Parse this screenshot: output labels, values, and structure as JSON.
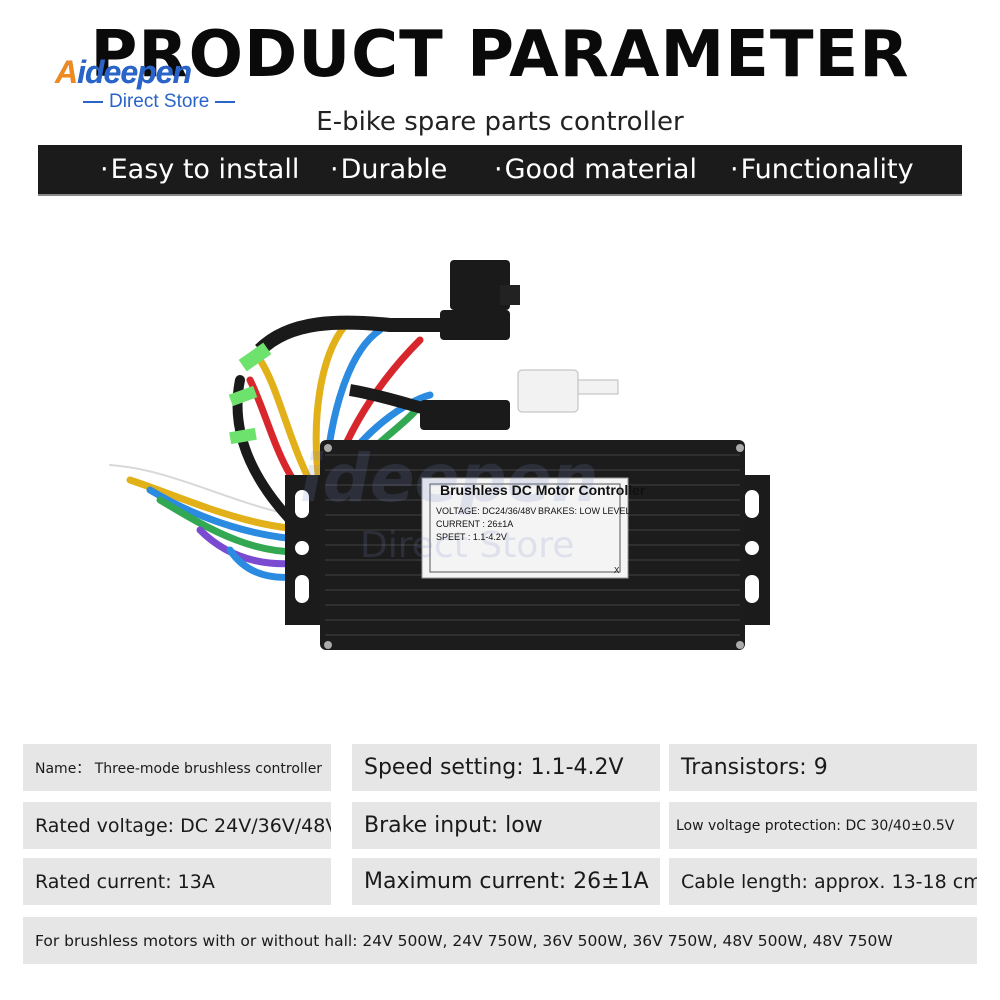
{
  "header": {
    "title": "PRODUCT PARAMETER",
    "subtitle": "E-bike spare parts controller"
  },
  "logo": {
    "name_first": "A",
    "name_rest": "ideepen",
    "tagline": "Direct Store"
  },
  "features": [
    "Easy to install",
    "Durable",
    "Good material",
    "Functionality"
  ],
  "product_label": {
    "title": "Brushless DC Motor Controller",
    "voltage": "VOLTAGE: DC24/36/48V",
    "brakes": "BRAKES: LOW LEVEL",
    "current": "CURRENT : 26±1A",
    "speed": "SPEET : 1.1-4.2V",
    "mark": "X"
  },
  "specs": {
    "name": "Name：  Three-mode brushless controller",
    "speed_setting": "Speed setting: 1.1-4.2V",
    "transistors": "Transistors: 9",
    "rated_voltage": "Rated voltage: DC 24V/36V/48V",
    "brake_input": "Brake input: low",
    "low_voltage": "Low voltage protection: DC 30/40±0.5V",
    "rated_current": "Rated current: 13A",
    "max_current": "Maximum current: 26±1A",
    "cable_length": "Cable length: approx. 13-18 cm",
    "motors": "For brushless motors with or without hall: 24V 500W, 24V 750W, 36V 500W, 36V 750W, 48V 500W, 48V 750W"
  },
  "colors": {
    "brand_blue": "#2a64c8",
    "brand_orange": "#f08a1c",
    "feature_bar": "#1b1b1b",
    "spec_bg": "#e6e6e6"
  }
}
